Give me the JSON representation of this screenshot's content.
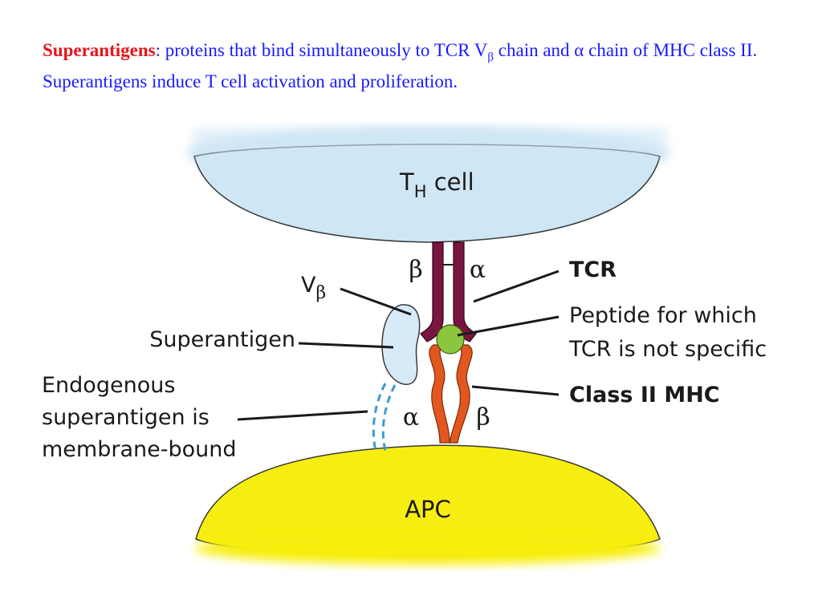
{
  "caption": {
    "term": "Superantigens",
    "text_a": ": proteins that bind simultaneously to TCR V",
    "sub_beta": "β",
    "text_b": " chain and ",
    "alpha": "α",
    "text_c": " chain of MHC class II. Superantigens induce T cell activation and proliferation."
  },
  "diagram": {
    "th_cell_T": "T",
    "th_cell_sub": "H",
    "th_cell_rest": " cell",
    "apc_label": "APC",
    "tcr_beta": "β",
    "tcr_alpha": "α",
    "mhc_alpha": "α",
    "mhc_beta": "β",
    "vbeta_V": "V",
    "vbeta_sub": "β",
    "superantigen_label": "Superantigen",
    "endogenous_line1": "Endogenous",
    "endogenous_line2": "superantigen is",
    "endogenous_line3": "membrane-bound",
    "tcr_label": "TCR",
    "peptide_line1": "Peptide for which",
    "peptide_line2": "TCR is not specific",
    "mhc_label": "Class II MHC"
  },
  "colors": {
    "th_cell": "#cfe6f5",
    "apc": "#f7ee11",
    "tcr": "#7a1540",
    "mhc": "#e2571f",
    "peptide": "#8cc63f",
    "superantigen": "#d6eaf8",
    "dashed_link": "#3a9bd5"
  }
}
